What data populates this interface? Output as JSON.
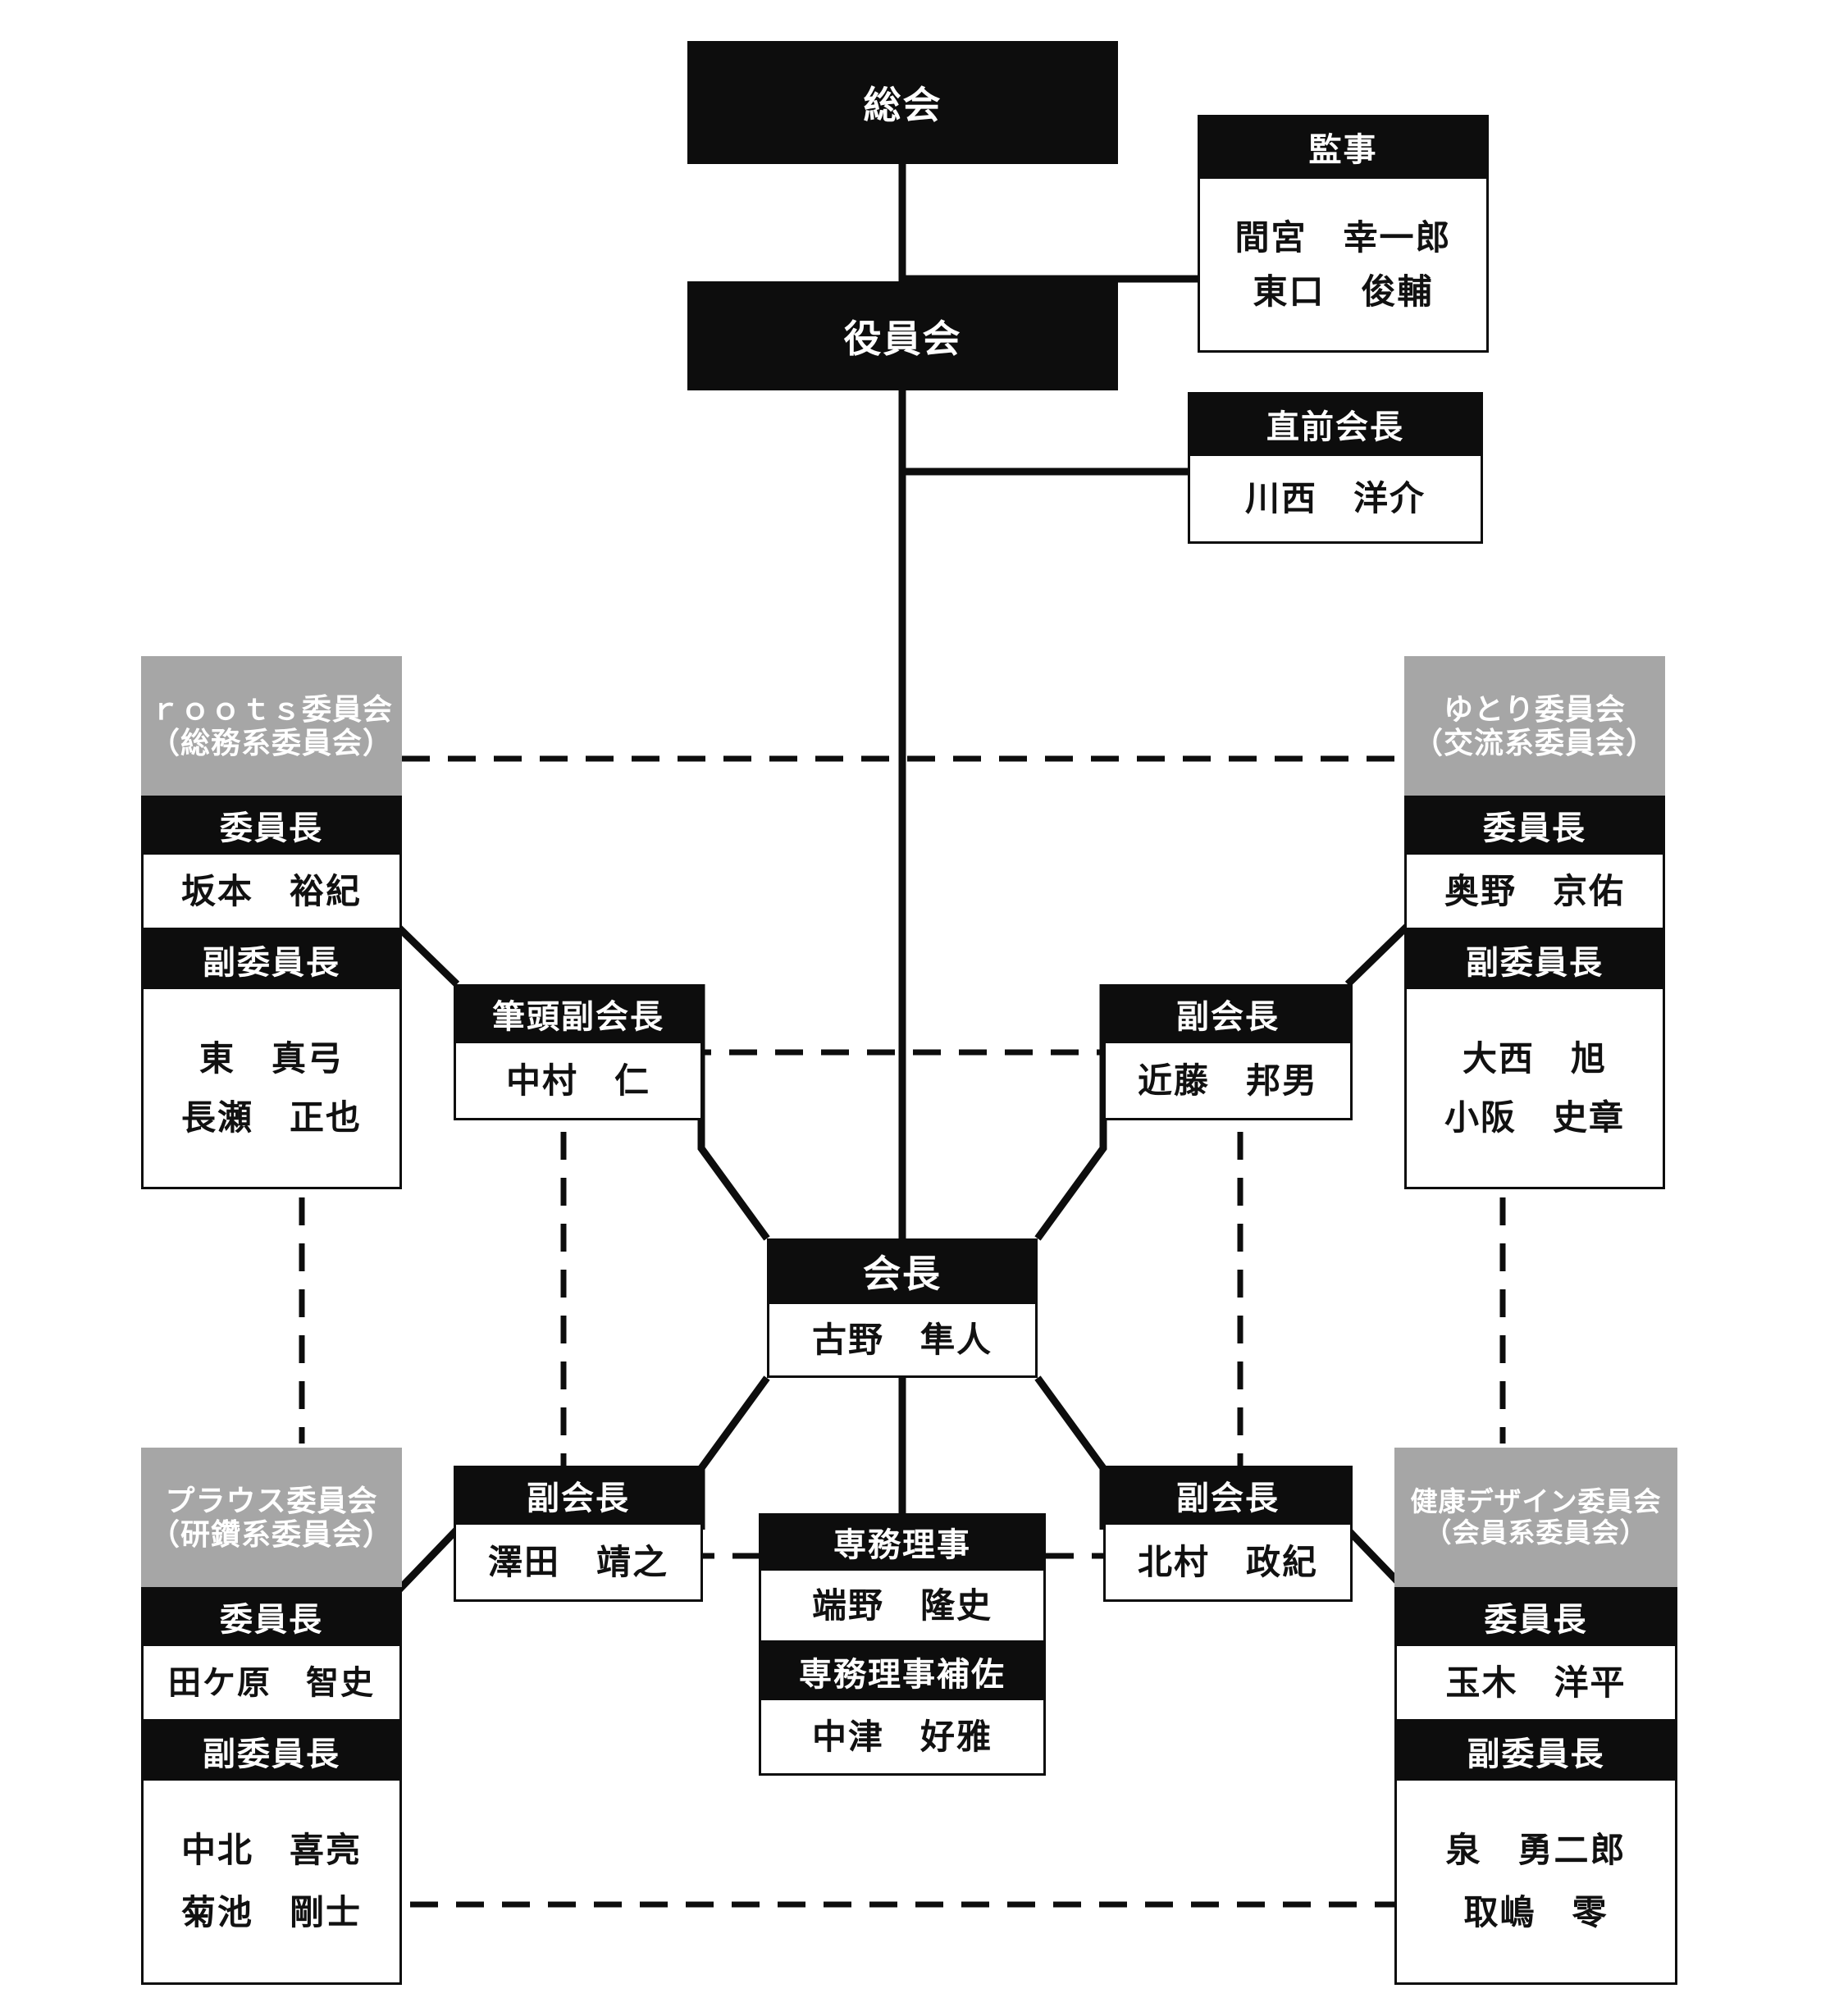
{
  "chart_meta": {
    "type": "organization-chart",
    "language": "ja",
    "colors": {
      "header_black": "#0d0d0d",
      "header_gray": "#a6a6a6",
      "body_white": "#ffffff",
      "line": "#0d0d0d"
    }
  },
  "nodes": {
    "general_assembly": {
      "title": "総会"
    },
    "board": {
      "title": "役員会"
    },
    "auditors": {
      "title": "監事",
      "members": [
        "間宮　幸一郎",
        "東口　俊輔"
      ]
    },
    "past_president": {
      "title": "直前会長",
      "members": [
        "川西　洋介"
      ]
    },
    "president": {
      "title": "会長",
      "members": [
        "古野　隼人"
      ]
    },
    "senior_vice_president": {
      "title": "筆頭副会長",
      "members": [
        "中村　仁"
      ]
    },
    "vice_president_right_top": {
      "title": "副会長",
      "members": [
        "近藤　邦男"
      ]
    },
    "vice_president_left_bottom": {
      "title": "副会長",
      "members": [
        "澤田　靖之"
      ]
    },
    "vice_president_right_bottom": {
      "title": "副会長",
      "members": [
        "北村　政紀"
      ]
    },
    "managing_director": {
      "title": "専務理事",
      "members": [
        "端野　隆史"
      ]
    },
    "managing_director_assistant": {
      "title": "専務理事補佐",
      "members": [
        "中津　好雅"
      ]
    },
    "committee_roots": {
      "name_line1": "ｒｏｏｔｓ委員会",
      "name_line2": "（総務系委員会）",
      "chair_label": "委員長",
      "chair": "坂本　裕紀",
      "vice_label": "副委員長",
      "vice_chairs": [
        "東　真弓",
        "長瀬　正也"
      ]
    },
    "committee_yutori": {
      "name_line1": "ゆとり委員会",
      "name_line2": "（交流系委員会）",
      "chair_label": "委員長",
      "chair": "奥野　京佑",
      "vice_label": "副委員長",
      "vice_chairs": [
        "大西　旭",
        "小阪　史章"
      ]
    },
    "committee_plaus": {
      "name_line1": "プラウス委員会",
      "name_line2": "（研鑽系委員会）",
      "chair_label": "委員長",
      "chair": "田ケ原　智史",
      "vice_label": "副委員長",
      "vice_chairs": [
        "中北　喜亮",
        "菊池　剛士"
      ]
    },
    "committee_kenko": {
      "name_line1": "健康デザイン委員会",
      "name_line2": "（会員系委員会）",
      "chair_label": "委員長",
      "chair": "玉木　洋平",
      "vice_label": "副委員長",
      "vice_chairs": [
        "泉　勇二郎",
        "取嶋　零"
      ]
    }
  }
}
